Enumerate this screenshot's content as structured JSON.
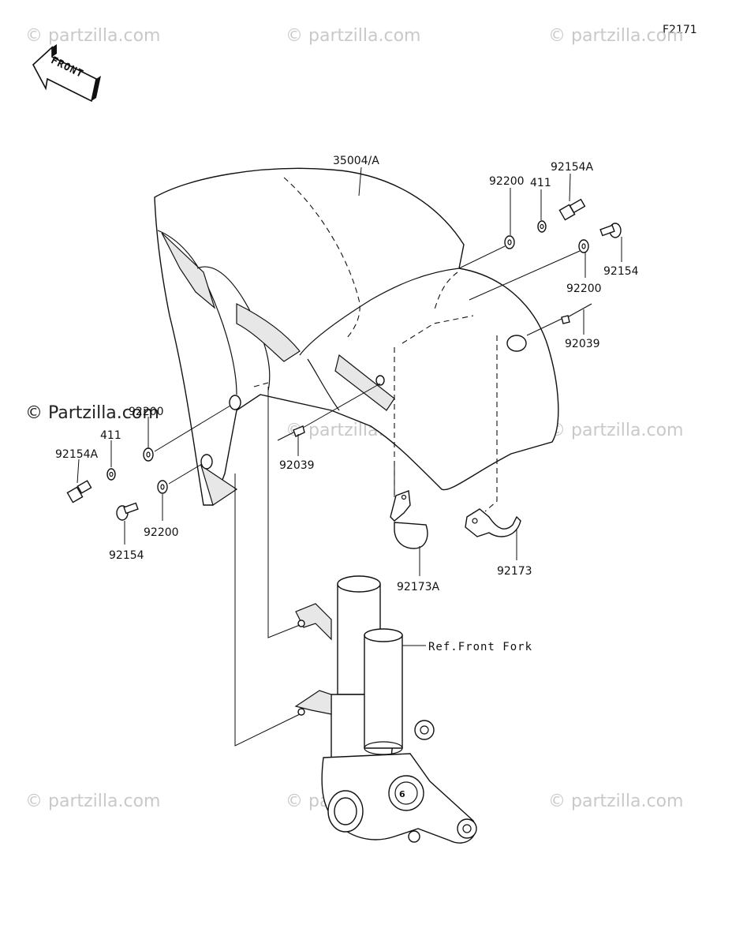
{
  "figure_code": "F2171",
  "front_arrow_label": "FRONT",
  "watermark_text": "© Partzilla.com",
  "watermark_small": "© partzilla.com",
  "reference_label": "Ref.Front Fork",
  "callouts": {
    "fender": "35004/A",
    "washer_right_upper": "92200",
    "washer_right_lower": "92200",
    "washer_left_upper": "92200",
    "washer_left_lower": "92200",
    "washer411_right": "411",
    "washer411_left": "411",
    "bolt_a_right": "92154A",
    "bolt_a_left": "92154A",
    "bolt_right": "92154",
    "bolt_left": "92154",
    "pin_right": "92039",
    "pin_center": "92039",
    "clamp_right": "92173",
    "clamp_center": "92173A"
  }
}
